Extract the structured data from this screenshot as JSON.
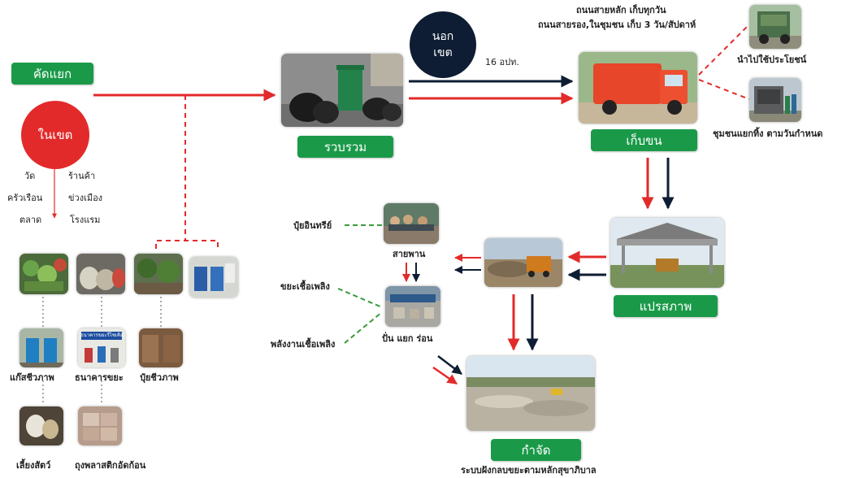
{
  "flow": {
    "sort_label": "คัดแยก",
    "collect_label": "รวบรวม",
    "transport_label": "เก็บขน",
    "process_label": "แปรสภาพ",
    "dispose_label": "กำจัด"
  },
  "inner_zone": {
    "label": "ในเขต",
    "sources_left": [
      "วัด",
      "ครัวเรือน",
      "ตลาด"
    ],
    "sources_right": [
      "ร้านค้า",
      "ข่วงเมือง",
      "โรงแรม"
    ]
  },
  "outer_zone": {
    "line1": "นอก",
    "line2": "เขต"
  },
  "subdistricts_label": "16 อปท.",
  "schedule": {
    "main_road": "ถนนสายหลัก  เก็บทุกวัน",
    "secondary_road": "ถนนสายรอง,ในชุมชน  เก็บ 3 วัน/สัปดาห์"
  },
  "truck_outputs": {
    "reuse": "นำไปใช้ประโยชน์",
    "community_sort": "ชุมชนแยกทิ้ง ตามวันกำหนด"
  },
  "processing": {
    "conveyor": "สายพาน",
    "spin_sort_heat": "ปั่น แยก ร่อน",
    "organic_fertilizer": "ปุ๋ยอินทรีย์",
    "fuel_waste": "ขยะเชื้อเพลิง",
    "fuel_energy": "พลังงานเชื้อเพลิง"
  },
  "landfill_caption": "ระบบฝังกลบขยะตามหลักสุขาภิบาล",
  "reuse_products": {
    "biogas": "แก๊สชีวภาพ",
    "waste_bank": "ธนาคารขยะ",
    "bio_fertilizer": "ปุ๋ยชีวภาพ",
    "animal_feed": "เลี้ยงสัตว์",
    "compressed_plastic": "ถุงพลาสติกอัดก้อน"
  },
  "waste_bank_sign": "ธนาคารขยะรีไซเคิล",
  "colors": {
    "green": "#1a9a49",
    "red": "#e32a2a",
    "navy": "#0e1d33",
    "dash_green": "#3a9a3a"
  }
}
